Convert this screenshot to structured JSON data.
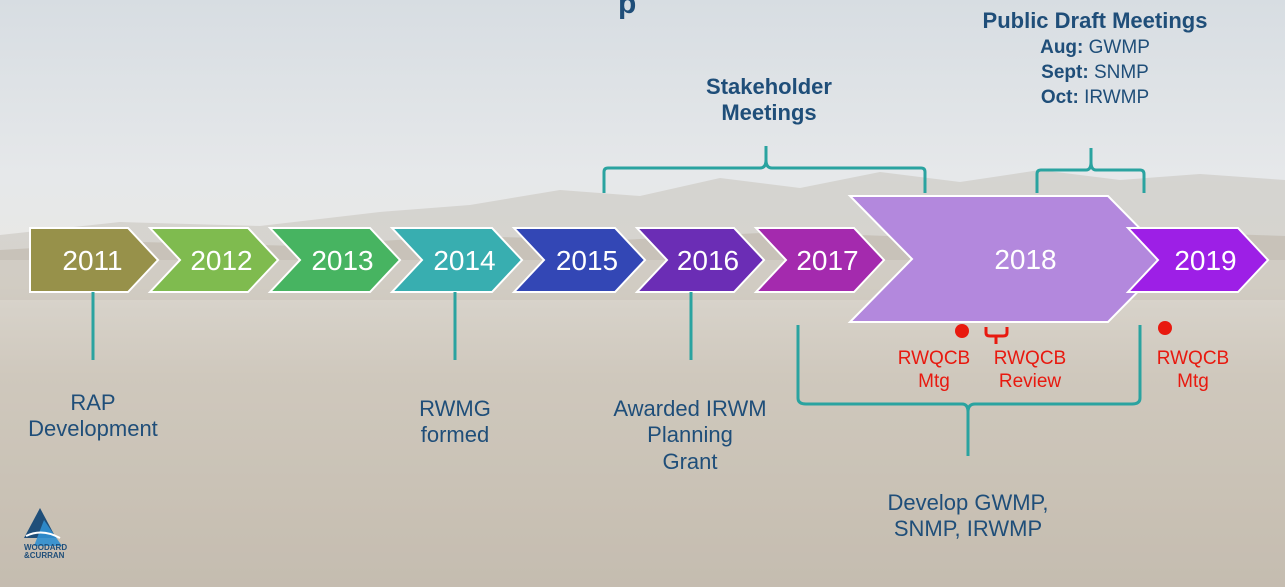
{
  "header": {
    "title_fragment": "p"
  },
  "timeline": {
    "years": [
      {
        "label": "2011",
        "color": "#97914a"
      },
      {
        "label": "2012",
        "color": "#7fbb4f"
      },
      {
        "label": "2013",
        "color": "#47b461"
      },
      {
        "label": "2014",
        "color": "#38aeb0"
      },
      {
        "label": "2015",
        "color": "#3347b5"
      },
      {
        "label": "2016",
        "color": "#6b2db5"
      },
      {
        "label": "2017",
        "color": "#a42aae"
      },
      {
        "label": "2018",
        "color": "#b388dd"
      },
      {
        "label": "2019",
        "color": "#9d1fe6"
      }
    ]
  },
  "milestones": {
    "rap": [
      "RAP",
      "Development"
    ],
    "rwmg": [
      "RWMG",
      "formed"
    ],
    "irwm": [
      "Awarded IRWM",
      "Planning",
      "Grant"
    ],
    "develop": [
      "Develop GWMP,",
      "SNMP, IRWMP"
    ]
  },
  "stakeholder": {
    "title": [
      "Stakeholder",
      "Meetings"
    ]
  },
  "public_draft": {
    "title": "Public Draft Meetings",
    "items": [
      {
        "month": "Aug:",
        "plan": "GWMP"
      },
      {
        "month": "Sept:",
        "plan": "SNMP"
      },
      {
        "month": "Oct:",
        "plan": "IRWMP"
      }
    ]
  },
  "rwqcb": {
    "mtg1": [
      "RWQCB",
      "Mtg"
    ],
    "review": [
      "RWQCB",
      "Review"
    ],
    "mtg2": [
      "RWQCB",
      "Mtg"
    ]
  },
  "logo": {
    "line1": "WOODARD",
    "line2": "&CURRAN"
  },
  "colors": {
    "text_blue": "#1f4e79",
    "bracket_teal": "#2aa3a0",
    "event_red": "#e8190f"
  }
}
